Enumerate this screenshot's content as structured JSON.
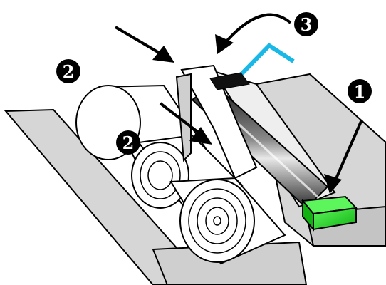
{
  "callouts": [
    {
      "id": "callout-1",
      "number": "1"
    },
    {
      "id": "callout-2a",
      "number": "2"
    },
    {
      "id": "callout-2b",
      "number": "2"
    },
    {
      "id": "callout-3",
      "number": "3"
    }
  ],
  "colors": {
    "outline": "#000000",
    "tray": "#d6d6d6",
    "tray_dark": "#bdbdbd",
    "roll": "#ffffff",
    "roller_dark": "#2a2a2a",
    "latch": "#22dd22",
    "lever": "#19b8e6"
  }
}
